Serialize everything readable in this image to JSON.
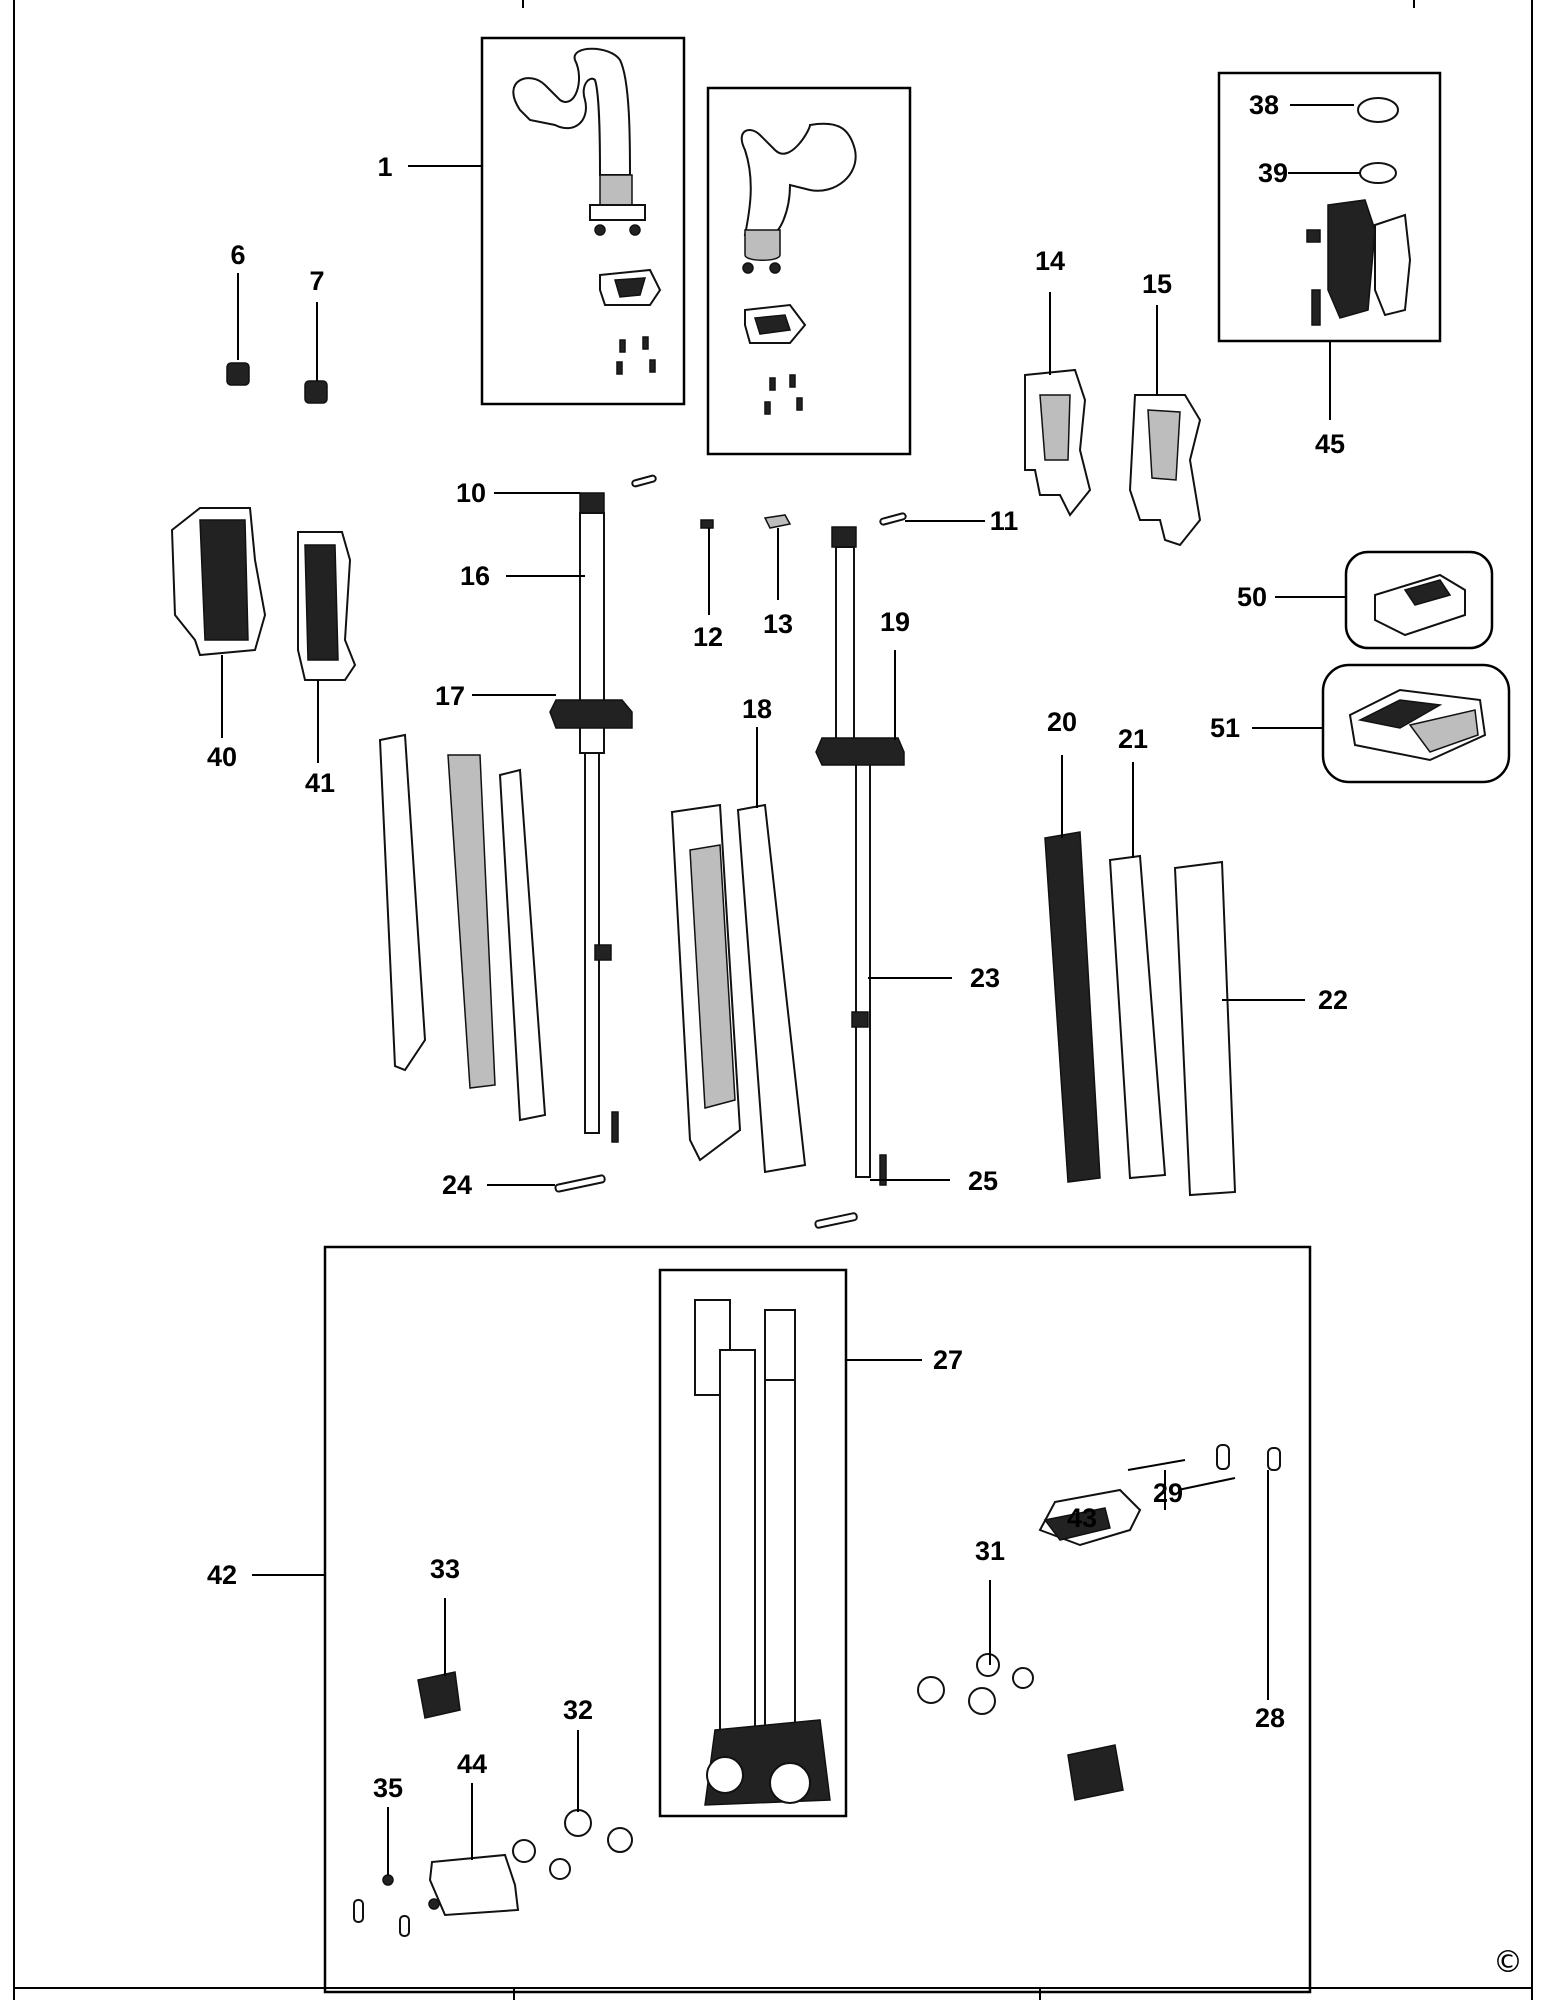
{
  "diagram": {
    "copyright_symbol": "©",
    "part_numbers": [
      "1",
      "6",
      "7",
      "10",
      "11",
      "12",
      "13",
      "14",
      "15",
      "16",
      "17",
      "18",
      "19",
      "20",
      "21",
      "22",
      "23",
      "24",
      "25",
      "27",
      "28",
      "29",
      "31",
      "32",
      "33",
      "35",
      "38",
      "39",
      "40",
      "41",
      "42",
      "43",
      "44",
      "45",
      "50",
      "51"
    ]
  }
}
